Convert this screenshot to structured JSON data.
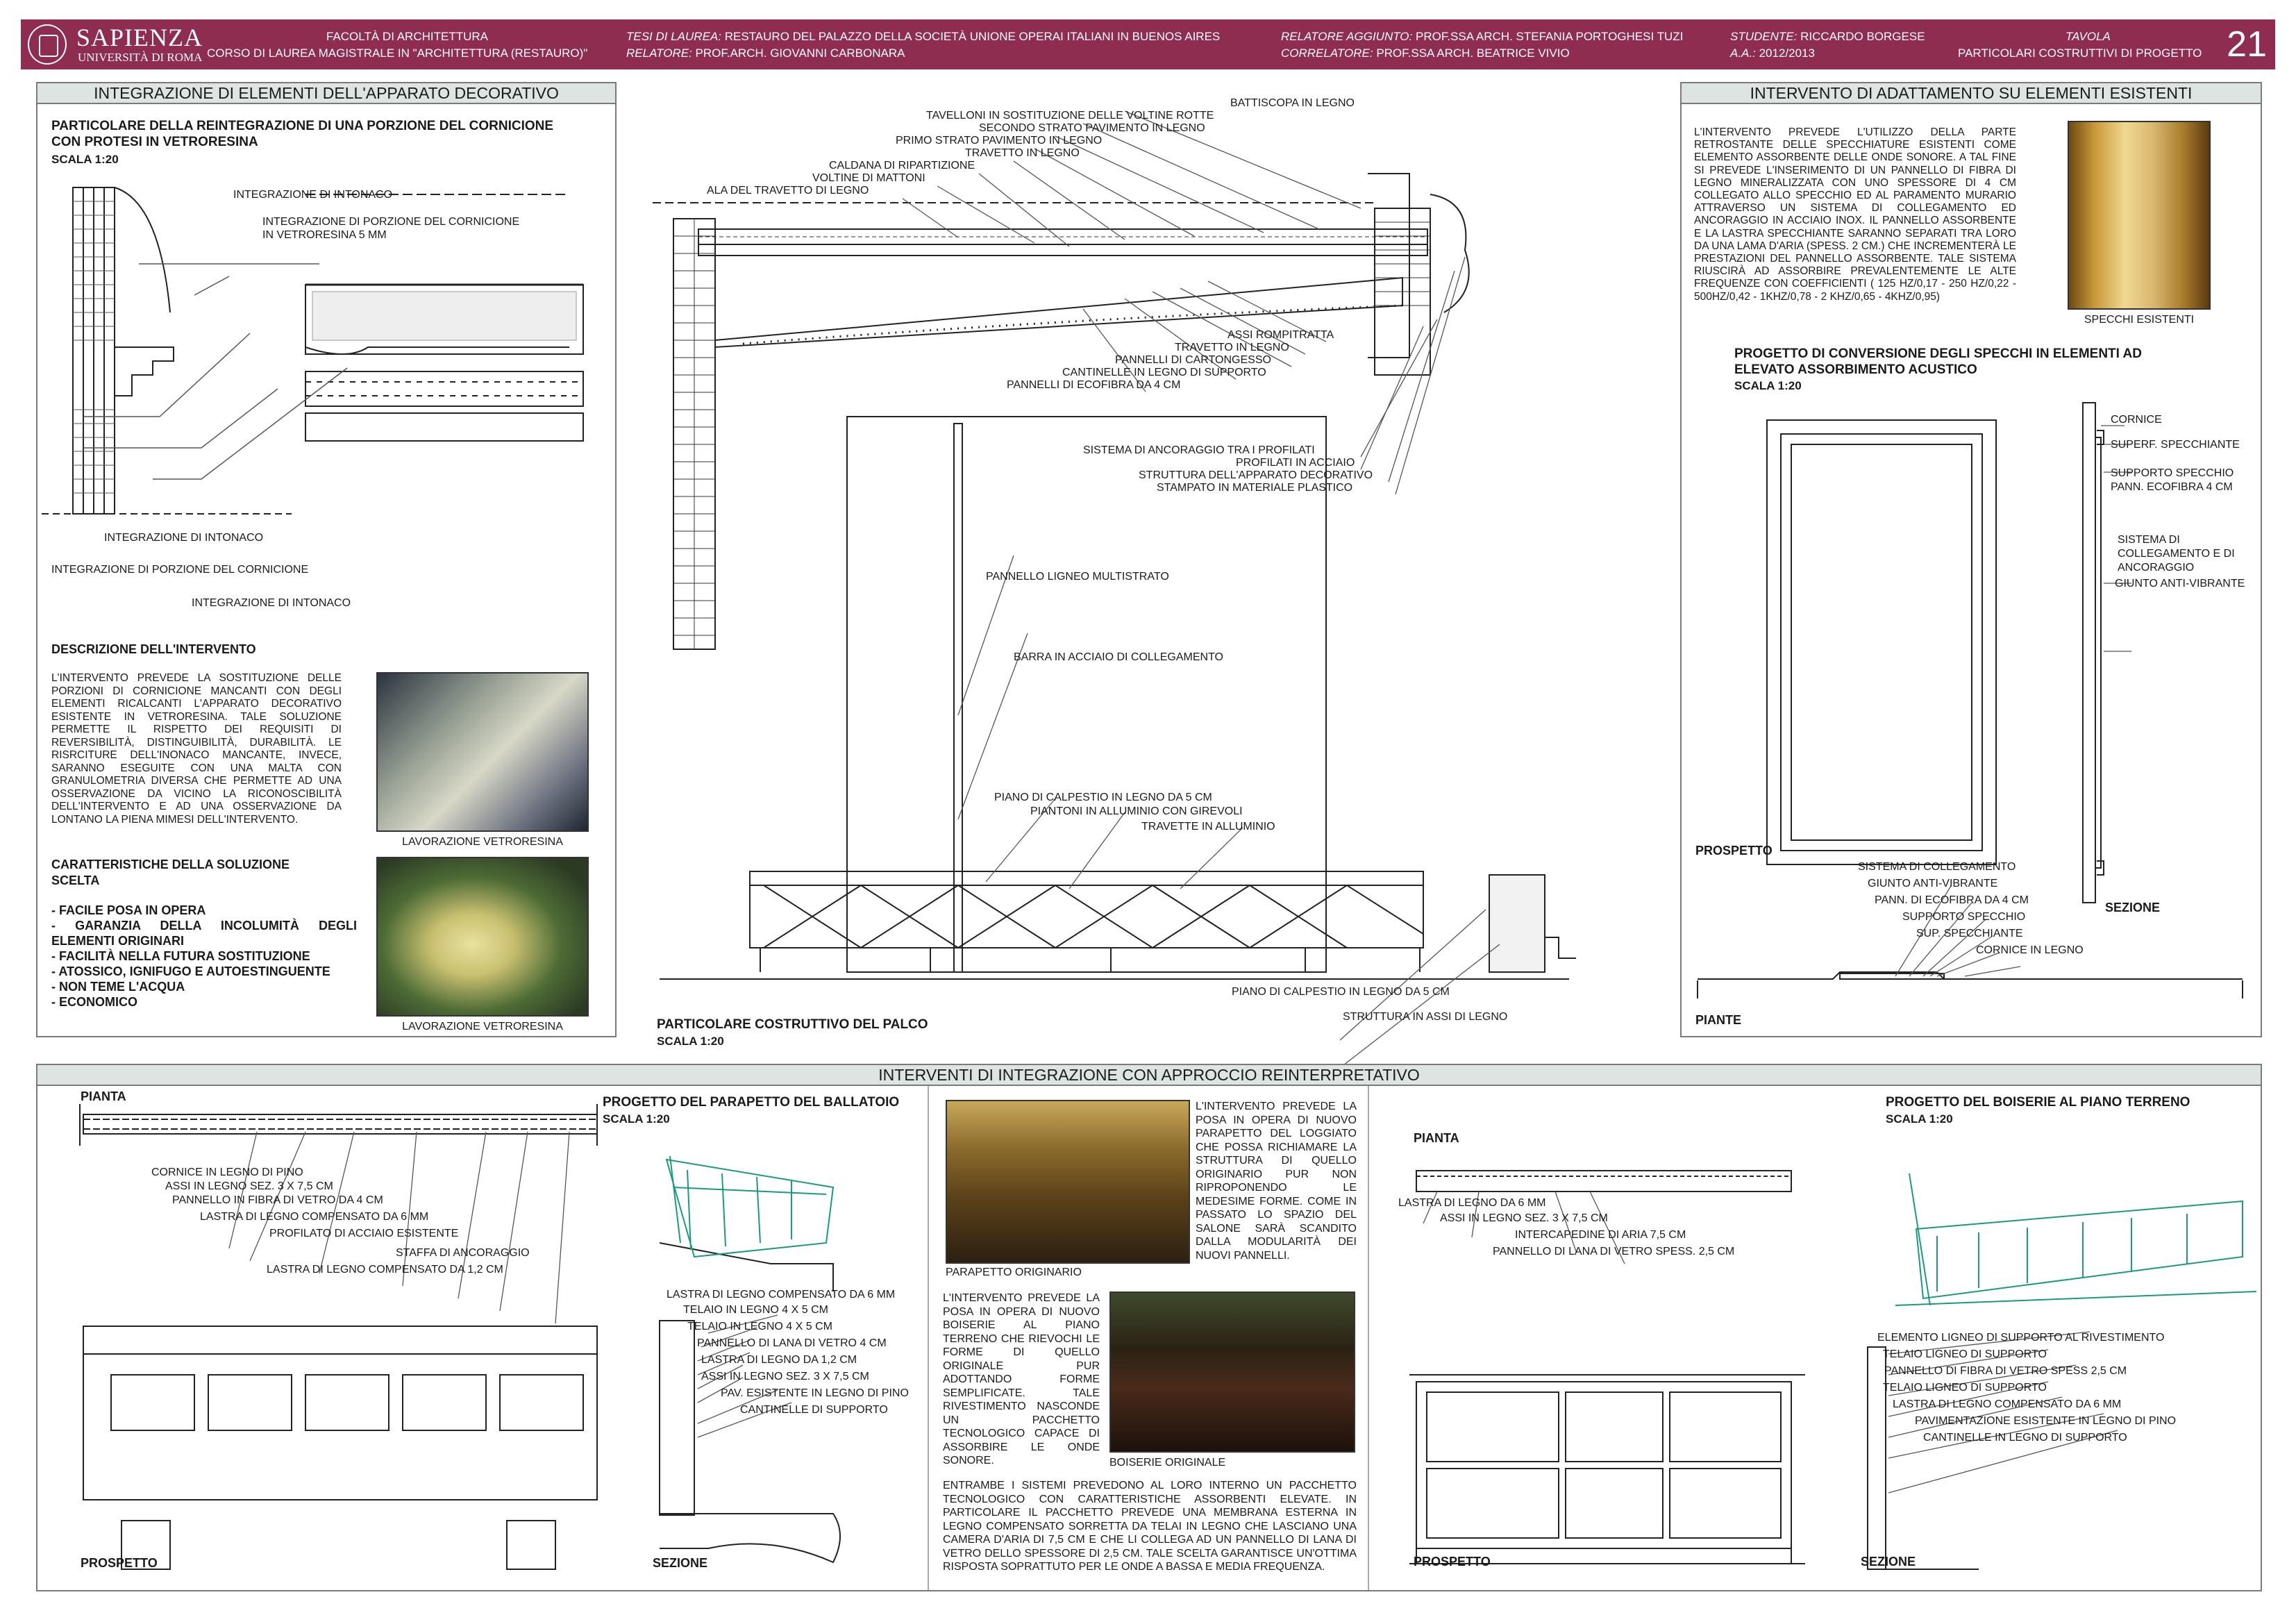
{
  "header": {
    "brand": "SAPIENZA",
    "brand_sub": "UNIVERSITÀ DI ROMA",
    "faculty": "FACOLTÀ DI ARCHITETTURA",
    "course": "CORSO DI LAUREA MAGISTRALE IN \"ARCHITETTURA (RESTAURO)\"",
    "thesis_label": "TESI DI LAUREA:",
    "thesis_value": "RESTAURO DEL PALAZZO DELLA SOCIETÀ UNIONE OPERAI ITALIANI IN BUENOS AIRES",
    "relatore_label": "RELATORE:",
    "relatore_value": "PROF.ARCH. GIOVANNI CARBONARA",
    "relatore_agg_label": "RELATORE AGGIUNTO:",
    "relatore_agg_value": "PROF.SSA ARCH. STEFANIA PORTOGHESI TUZI",
    "correlatore_label": "CORRELATORE:",
    "correlatore_value": "PROF.SSA ARCH. BEATRICE VIVIO",
    "studente_label": "STUDENTE:",
    "studente_value": "RICCARDO BORGESE",
    "aa_label": "A.A.:",
    "aa_value": "2012/2013",
    "tavola_label": "TAVOLA",
    "tavola_value": "PARTICOLARI COSTRUTTIVI DI PROGETTO",
    "page": "21"
  },
  "left": {
    "title": "INTEGRAZIONE DI ELEMENTI DELL'APPARATO DECORATIVO",
    "subtitle": "PARTICOLARE DELLA REINTEGRAZIONE DI UNA PORZIONE DEL CORNICIONE\nCON PROTESI IN VETRORESINA",
    "scale": "SCALA 1:20",
    "labels": [
      "INTEGRAZIONE DI INTONACO",
      "INTEGRAZIONE DI PORZIONE DEL CORNICIONE\nIN VETRORESINA 5 MM",
      "INTEGRAZIONE DI INTONACO",
      "INTEGRAZIONE DI PORZIONE DEL CORNICIONE",
      "INTEGRAZIONE DI INTONACO"
    ],
    "desc_title": "DESCRIZIONE DELL'INTERVENTO",
    "desc_text": "L'INTERVENTO PREVEDE LA SOSTITUZIONE DELLE PORZIONI DI CORNICIONE MANCANTI CON DEGLI ELEMENTI RICALCANTI L'APPARATO DECORATIVO ESISTENTE IN VETRORESINA. TALE SOLUZIONE PERMETTE IL RISPETTO DEI REQUISITI DI REVERSIBILITÀ, DISTINGUIBILITÀ, DURABILITÀ. LE RISRCITURE DELL'INONACO MANCANTE, INVECE, SARANNO ESEGUITE CON UNA MALTA CON GRANULOMETRIA DIVERSA CHE PERMETTE AD UNA OSSERVAZIONE DA VICINO LA RICONOSCIBILITÀ DELL'INTERVENTO E AD UNA OSSERVAZIONE DA LONTANO LA PIENA MIMESI DELL'INTERVENTO.",
    "photo1_caption": "LAVORAZIONE VETRORESINA",
    "char_title": "CARATTERISTICHE DELLA SOLUZIONE\nSCELTA",
    "char_list": [
      "- FACILE POSA IN OPERA",
      "- GARANZIA DELLA INCOLUMITÀ DEGLI ELEMENTI ORIGINARI",
      "- FACILITÀ NELLA FUTURA SOSTITUZIONE",
      "- ATOSSICO, IGNIFUGO E AUTOESTINGUENTE",
      "- NON TEME L'ACQUA",
      "- ECONOMICO"
    ],
    "photo2_caption": "LAVORAZIONE VETRORESINA"
  },
  "center": {
    "labels_top": [
      "BATTISCOPA IN LEGNO",
      "TAVELLONI IN SOSTITUZIONE DELLE VOLTINE ROTTE",
      "SECONDO STRATO PAVIMENTO IN LEGNO",
      "PRIMO STRATO PAVIMENTO IN LEGNO",
      "TRAVETTO IN LEGNO",
      "CALDANA DI RIPARTIZIONE",
      "VOLTINE DI MATTONI",
      "ALA DEL TRAVETTO DI LEGNO"
    ],
    "labels_mid": [
      "ASSI ROMPITRATTA",
      "TRAVETTO IN LEGNO",
      "PANNELLI DI CARTONGESSO",
      "CANTINELLE IN LEGNO DI SUPPORTO",
      "PANNELLI DI ECOFIBRA DA 4 CM"
    ],
    "labels_right": [
      "SISTEMA DI ANCORAGGIO TRA I PROFILATI",
      "PROFILATI IN ACCIAIO",
      "STRUTTURA DELL'APPARATO DECORATIVO",
      "STAMPATO IN MATERIALE PLASTICO"
    ],
    "label_panel": "PANNELLO LIGNEO MULTISTRATO",
    "label_bar": "BARRA IN ACCIAIO DI COLLEGAMENTO",
    "labels_floor": [
      "PIANO DI CALPESTIO IN LEGNO DA 5 CM",
      "PIANTONI IN ALLUMINIO CON GIREVOLI",
      "TRAVETTE IN ALLUMINIO"
    ],
    "labels_bottom": [
      "PIANO DI CALPESTIO IN LEGNO DA 5 CM",
      "STRUTTURA IN ASSI DI LEGNO"
    ],
    "title": "PARTICOLARE COSTRUTTIVO DEL PALCO",
    "scale": "SCALA 1:20"
  },
  "right": {
    "title": "INTERVENTO DI ADATTAMENTO SU ELEMENTI ESISTENTI",
    "text": "L'INTERVENTO PREVEDE L'UTILIZZO DELLA PARTE RETROSTANTE DELLE SPECCHIATURE ESISTENTI COME ELEMENTO ASSORBENTE DELLE ONDE SONORE. A TAL FINE SI PREVEDE L'INSERIMENTO DI UN PANNELLO DI FIBRA DI LEGNO MINERALIZZATA CON UNO SPESSORE DI 4 CM COLLEGATO ALLO SPECCHIO ED AL PARAMENTO MURARIO ATTRAVERSO UN SISTEMA DI COLLEGAMENTO ED ANCORAGGIO IN ACCIAIO INOX. IL PANNELLO ASSORBENTE E LA LASTRA SPECCHIANTE SARANNO SEPARATI TRA LORO DA UNA LAMA D'ARIA (SPESS. 2 CM.) CHE INCREMENTERÀ LE PRESTAZIONI DEL PANNELLO ASSORBENTE. TALE SISTEMA RIUSCIRÀ AD ASSORBIRE PREVALENTEMENTE LE ALTE FREQUENZE CON COEFFICIENTI ( 125 HZ/0,17 - 250 HZ/0,22 - 500HZ/0,42 - 1KHZ/0,78 - 2 KHZ/0,65 - 4KHZ/0,95)",
    "photo_caption": "SPECCHI ESISTENTI",
    "project_title": "PROGETTO DI  CONVERSIONE DEGLI SPECCHI IN ELEMENTI AD\nELEVATO ASSORBIMENTO ACUSTICO",
    "scale": "SCALA 1:20",
    "section_labels": [
      "CORNICE",
      "SUPERF. SPECCHIANTE",
      "SUPPORTO SPECCHIO\nPANN. ECOFIBRA 4 CM",
      "SISTEMA DI\nCOLLEGAMENTO E DI\nANCORAGGIO",
      "GIUNTO ANTI-VIBRANTE"
    ],
    "prospetto": "PROSPETTO",
    "sezione": "SEZIONE",
    "plan_labels": [
      "SISTEMA DI COLLEGAMENTO",
      "GIUNTO ANTI-VIBRANTE",
      "PANN. DI ECOFIBRA DA 4 CM",
      "SUPPORTO SPECCHIO",
      "SUP. SPECCHIANTE",
      "CORNICE IN LEGNO"
    ],
    "piante": "PIANTE"
  },
  "bottom": {
    "title": "INTERVENTI DI INTEGRAZIONE CON APPROCCIO REINTERPRETATIVO",
    "pianta1": "PIANTA",
    "plan1_labels": [
      "CORNICE IN LEGNO DI PINO",
      "ASSI IN LEGNO SEZ. 3 X 7,5 CM",
      "PANNELLO IN FIBRA DI VETRO DA 4 CM",
      "LASTRA DI LEGNO COMPENSATO DA 6 MM",
      "PROFILATO DI ACCIAIO ESISTENTE",
      "STAFFA DI ANCORAGGIO",
      "LASTRA DI LEGNO COMPENSATO DA 1,2 CM"
    ],
    "parapetto_title": "PROGETTO DEL PARAPETTO DEL BALLATOIO",
    "parapetto_scale": "SCALA 1:20",
    "sez1_labels": [
      "LASTRA DI LEGNO COMPENSATO DA 6 MM",
      "TELAIO IN LEGNO 4 X 5 CM",
      "TELAIO IN LEGNO 4 X 5 CM",
      "PANNELLO DI LANA DI VETRO 4 CM",
      "LASTRA DI LEGNO DA 1,2 CM",
      "ASSI IN LEGNO SEZ. 3 X 7,5 CM",
      "PAV. ESISTENTE IN LEGNO DI PINO",
      "CANTINELLE DI SUPPORTO"
    ],
    "prospetto1": "PROSPETTO",
    "sezione1": "SEZIONE",
    "mid_text1": "L'INTERVENTO PREVEDE LA POSA IN OPERA DI NUOVO PARAPETTO DEL LOGGIATO CHE POSSA RICHIAMARE LA STRUTTURA DI QUELLO ORIGINARIO PUR NON RIPROPONENDO LE MEDESIME FORME. COME IN PASSATO LO SPAZIO DEL SALONE SARÀ SCANDITO DALLA MODULARITÀ DEI NUOVI PANNELLI.",
    "photo_parapetto": "PARAPETTO ORIGINARIO",
    "mid_text2": "L'INTERVENTO PREVEDE LA POSA IN OPERA DI NUOVO BOISERIE AL PIANO TERRENO CHE RIEVOCHI LE FORME DI QUELLO ORIGINALE PUR ADOTTANDO FORME SEMPLIFICATE. TALE RIVESTIMENTO NASCONDE UN PACCHETTO TECNOLOGICO CAPACE DI ASSORBIRE LE ONDE SONORE.",
    "photo_boiserie": "BOISERIE ORIGINALE",
    "mid_text3": "ENTRAMBE I SISTEMI PREVEDONO AL LORO INTERNO UN PACCHETTO TECNOLOGICO CON CARATTERISTICHE ASSORBENTI ELEVATE. IN PARTICOLARE IL PACCHETTO PREVEDE UNA MEMBRANA ESTERNA IN LEGNO COMPENSATO SORRETTA DA TELAI IN LEGNO CHE LASCIANO UNA CAMERA D'ARIA DI 7,5 CM E CHE LI COLLEGA AD UN PANNELLO DI LANA DI VETRO DELLO SPESSORE DI 2,5 CM. TALE SCELTA GARANTISCE UN'OTTIMA RISPOSTA SOPRATTUTO PER LE ONDE A BASSA E MEDIA FREQUENZA.",
    "pianta2": "PIANTA",
    "plan2_labels": [
      "LASTRA DI LEGNO DA 6 MM",
      "ASSI IN LEGNO SEZ. 3 X 7,5 CM",
      "INTERCAPEDINE DI ARIA 7,5 CM",
      "PANNELLO DI LANA DI VETRO SPESS. 2,5 CM"
    ],
    "boiserie_title": "PROGETTO DEL  BOISERIE AL PIANO TERRENO",
    "boiserie_scale": "SCALA 1:20",
    "sez2_labels": [
      "ELEMENTO LIGNEO DI SUPPORTO AL RIVESTIMENTO",
      "TELAIO LIGNEO DI SUPPORTO",
      "PANNELLO DI FIBRA DI VETRO SPESS 2,5 CM",
      "TELAIO LIGNEO DI SUPPORTO",
      "LASTRA DI LEGNO COMPENSATO DA 6 MM",
      "PAVIMENTAZIONE ESISTENTE IN LEGNO DI PINO",
      "CANTINELLE IN LEGNO DI SUPPORTO"
    ],
    "prospetto2": "PROSPETTO",
    "sezione2": "SEZIONE"
  }
}
